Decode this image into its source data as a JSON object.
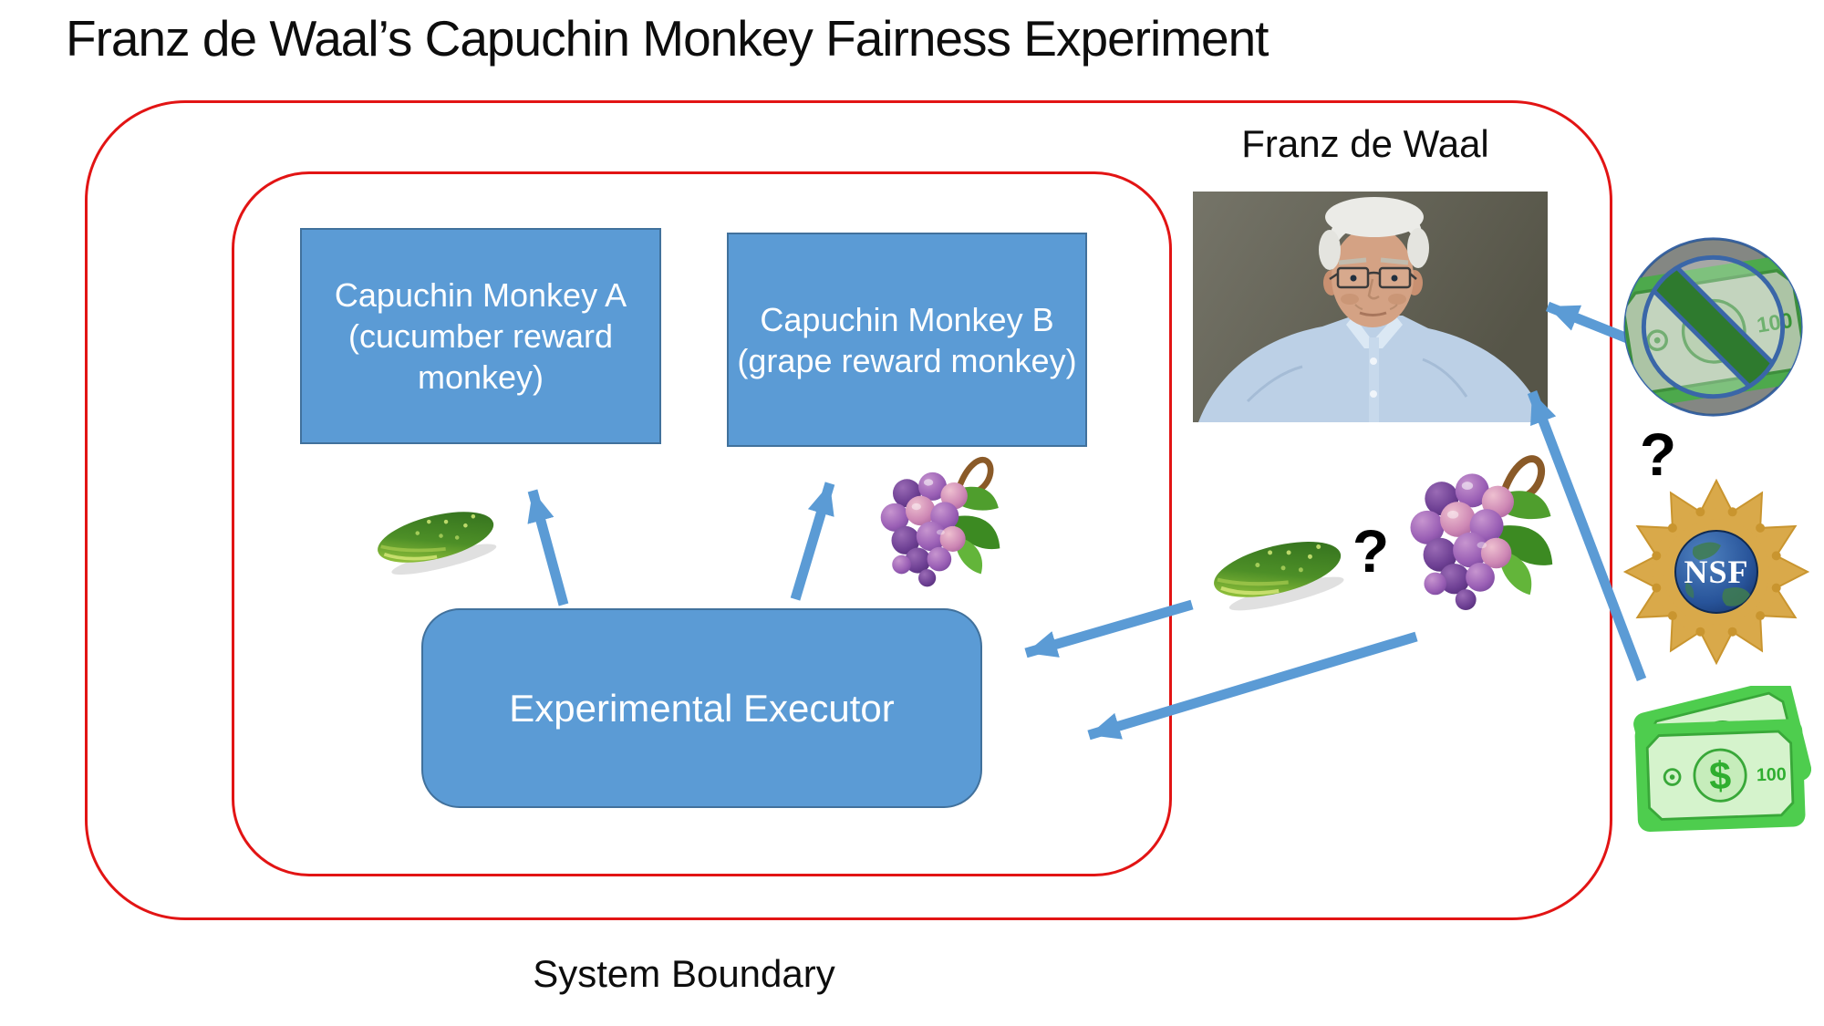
{
  "title": "Franz de Waal’s Capuchin Monkey Fairness Experiment",
  "system": {
    "outer_label": "System Boundary"
  },
  "boxes": {
    "monkey_a": {
      "lines": [
        "Capuchin Monkey A",
        "(cucumber reward",
        "monkey)"
      ]
    },
    "monkey_b": {
      "lines": [
        "Capuchin Monkey B",
        "(grape reward monkey)"
      ]
    },
    "executor": {
      "label": "Experimental Executor"
    }
  },
  "researcher": {
    "name": "Franz de Waal"
  },
  "annotations": {
    "reward_question_mark": "?",
    "funding_question_mark": "?"
  },
  "icons": {
    "nsf_label": "NSF",
    "bill_denomination": "100",
    "bill_currency": "$",
    "legend": {
      "cucumber": "cucumber-emoji",
      "grapes": "grapes-emoji",
      "money": "dollar-banknotes-emoji",
      "no_money": "prohibited-money-emoji",
      "nsf": "nsf-logo",
      "portrait": "franz-de-waal-photo"
    }
  },
  "colors": {
    "box_fill": "#5B9BD5",
    "box_border": "#41719C",
    "arrow": "#5B9BD5",
    "boundary_red": "#E21414",
    "money_green": "#4ECD4E",
    "nsf_gold": "#D9A94A",
    "title_text": "#0D0D0D"
  }
}
